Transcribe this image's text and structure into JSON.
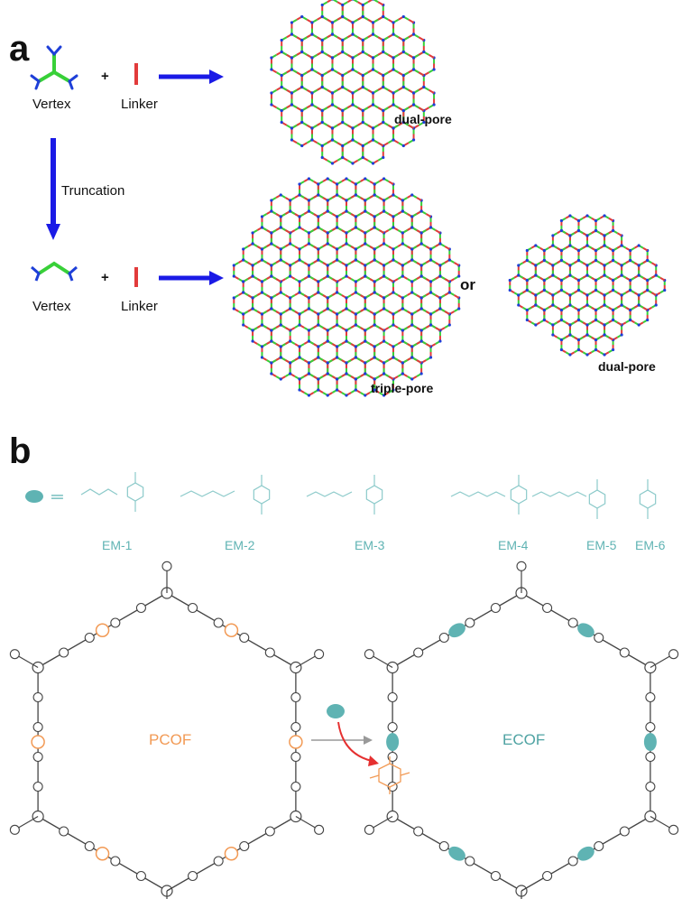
{
  "panel_a": {
    "letter": "a",
    "plus": "+",
    "vertex_label": "Vertex",
    "linker_label": "Linker",
    "truncation_label": "Truncation",
    "or_label": "or",
    "dual_pore_label": "dual-pore",
    "triple_pore_label": "triple-pore",
    "colors": {
      "blue": "#1e3fd8",
      "green": "#38d038",
      "red": "#e23b3b",
      "arrow": "#1a1ae6"
    }
  },
  "panel_b": {
    "letter": "b",
    "equals": "═",
    "monomers": [
      "EM-1",
      "EM-2",
      "EM-3",
      "EM-4",
      "EM-5",
      "EM-6"
    ],
    "pcof_label": "PCOF",
    "ecof_label": "ECOF",
    "colors": {
      "teal": "#5fb3b3",
      "orange": "#f29a55",
      "red_arrow": "#e53030",
      "frame": "#333333"
    }
  }
}
